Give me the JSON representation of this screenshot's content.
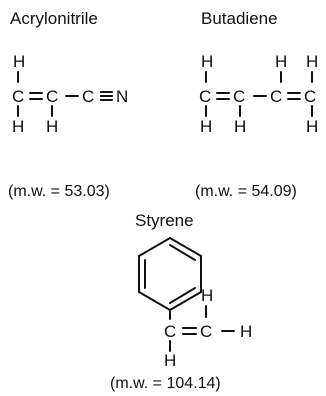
{
  "molecules": {
    "acrylonitrile": {
      "name": "Acrylonitrile",
      "atoms": {
        "c": "C",
        "h": "H",
        "n": "N"
      },
      "mw": "(m.w. = 53.03)"
    },
    "butadiene": {
      "name": "Butadiene",
      "atoms": {
        "c": "C",
        "h": "H"
      },
      "mw": "(m.w. = 54.09)"
    },
    "styrene": {
      "name": "Styrene",
      "atoms": {
        "c": "C",
        "h": "H"
      },
      "mw": "(m.w. = 104.14)"
    }
  },
  "colors": {
    "ink": "#111111",
    "background": "#ffffff"
  }
}
